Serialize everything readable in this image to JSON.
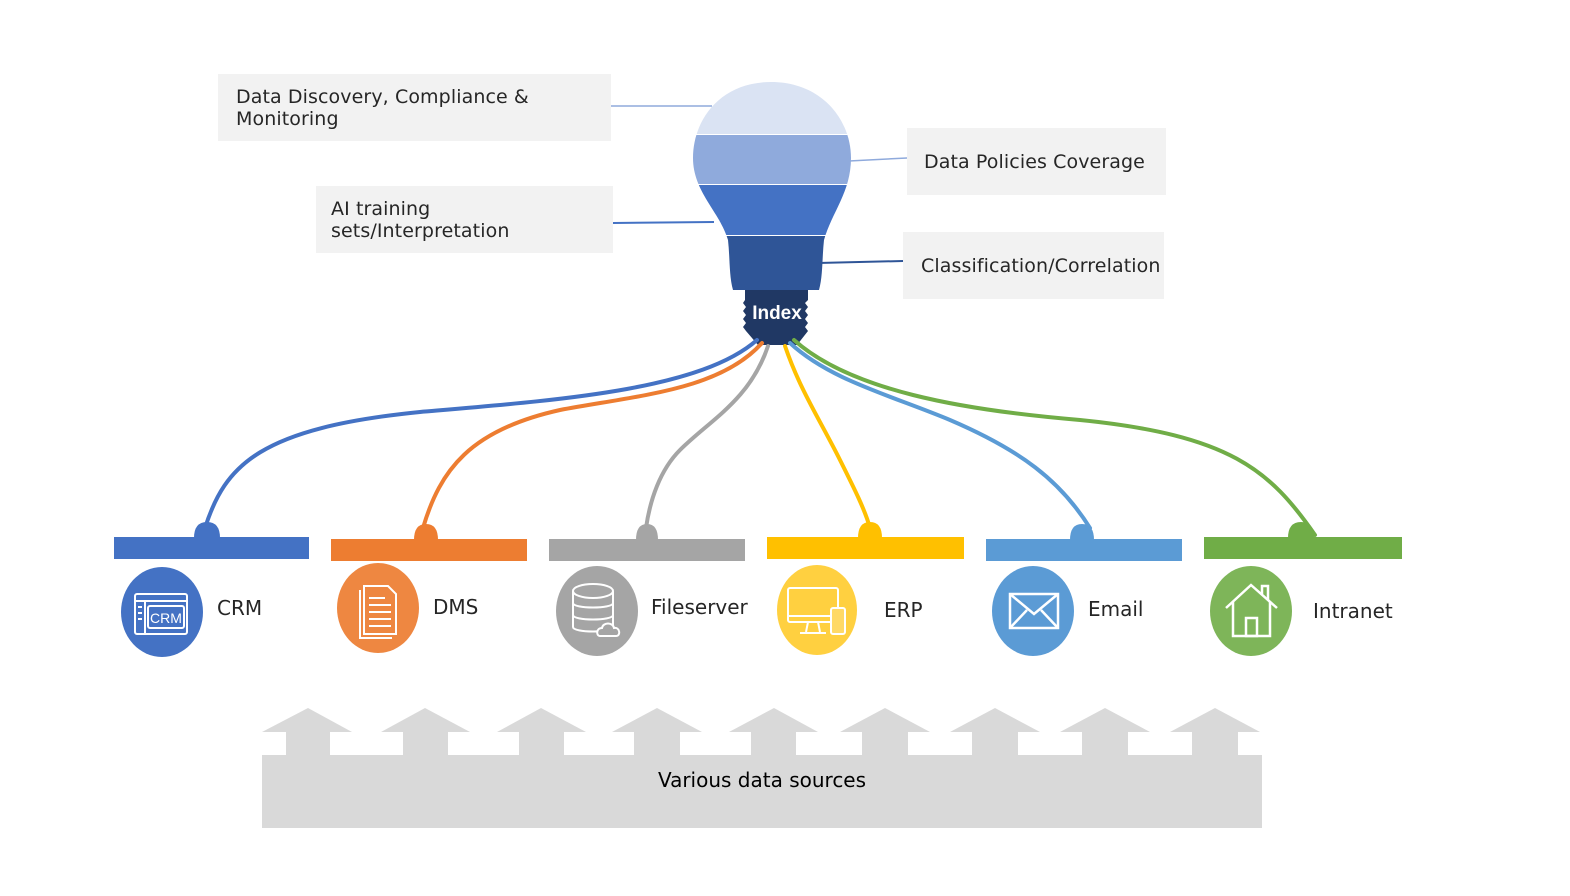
{
  "bulb": {
    "index_label": "Index",
    "layers": [
      {
        "label": "Data Discovery, Compliance & Monitoring",
        "color": "#dae3f3"
      },
      {
        "label": "Data Policies Coverage",
        "color": "#8faadc"
      },
      {
        "label": "AI training sets/Interpretation",
        "color": "#4472c4"
      },
      {
        "label": "Classification/Correlation",
        "color": "#2f5597"
      }
    ],
    "base_color": "#203864"
  },
  "sources": [
    {
      "label": "CRM",
      "color": "#4472c4",
      "icon": "crm-icon"
    },
    {
      "label": "DMS",
      "color": "#ed7d31",
      "icon": "document-icon"
    },
    {
      "label": "Fileserver",
      "color": "#a5a5a5",
      "icon": "database-cloud-icon"
    },
    {
      "label": "ERP",
      "color": "#ffc000",
      "icon": "computer-devices-icon"
    },
    {
      "label": "Email",
      "color": "#5b9bd5",
      "icon": "envelope-icon"
    },
    {
      "label": "Intranet",
      "color": "#70ad47",
      "icon": "house-icon"
    }
  ],
  "footer": {
    "label": "Various data sources",
    "color": "#d9d9d9"
  }
}
